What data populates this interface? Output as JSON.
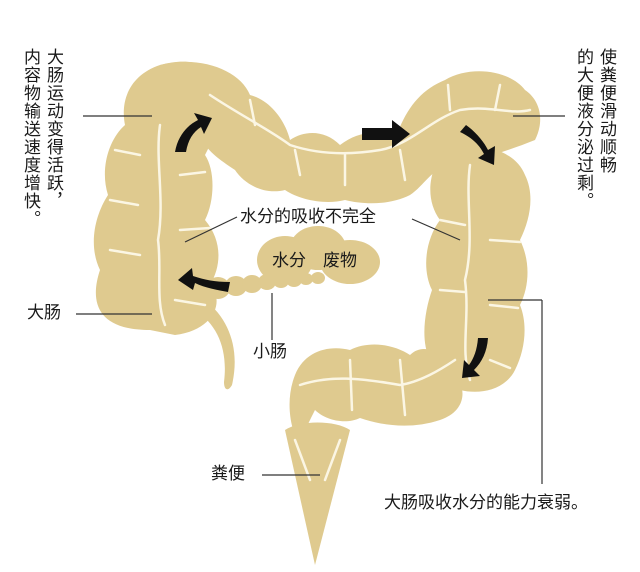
{
  "diagram": {
    "subject": "large intestine",
    "colors": {
      "intestine_fill": "#dfca8f",
      "fold_lines": "#fbf6e4",
      "arrows": "#111111",
      "leader_lines": "#333333",
      "background": "#ffffff"
    },
    "labels": {
      "left_col1": "大肠运动变得活跃，",
      "left_col2": "内容物输送速度增快。",
      "right_col1": "使粪便滑动顺畅",
      "right_col2": "的大便液分泌过剩。",
      "water_absorption_incomplete": "水分的吸收不完全",
      "water": "水分",
      "waste": "废物",
      "large_intestine": "大肠",
      "small_intestine": "小肠",
      "feces": "粪便",
      "absorption_weakened": "大肠吸收水分的能力衰弱。"
    },
    "arrows": [
      {
        "name": "ascending-up",
        "direction": "up-right"
      },
      {
        "name": "transverse-right",
        "direction": "right"
      },
      {
        "name": "hepatic-down",
        "direction": "down-right"
      },
      {
        "name": "descending-down",
        "direction": "down"
      },
      {
        "name": "ileum-left",
        "direction": "left"
      }
    ]
  }
}
